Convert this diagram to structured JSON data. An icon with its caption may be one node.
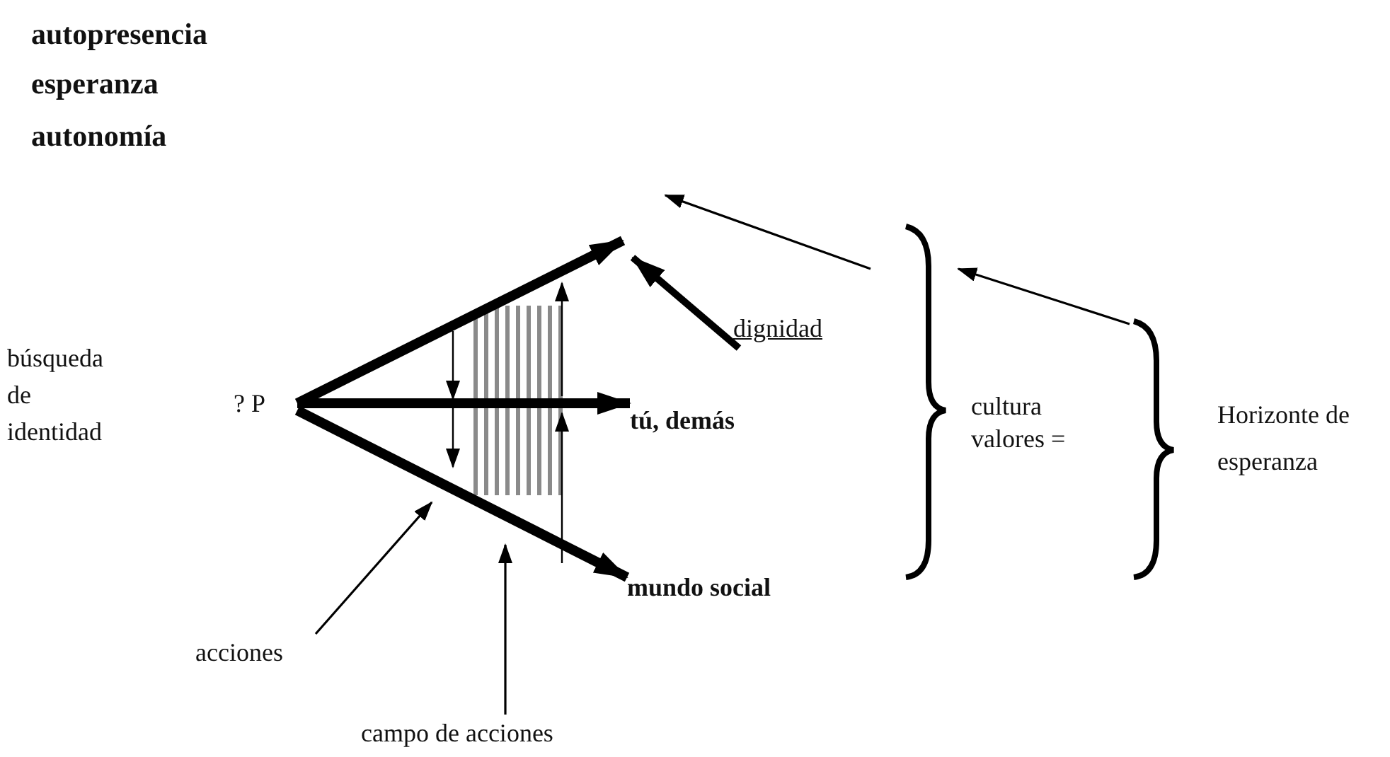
{
  "diagram": {
    "nodes": [
      {
        "text": [
          "? P"
        ]
      },
      {
        "text": [
          "tú, demás"
        ]
      },
      {
        "text": [
          "mundo social"
        ]
      },
      {
        "text": [
          "dignidad"
        ]
      },
      {
        "text": [
          "cultura valores ="
        ]
      },
      {
        "text": [
          "Horizonte de esperanza"
        ]
      },
      {
        "text": [
          "acciones"
        ]
      },
      {
        "text": [
          "campo de acciones"
        ]
      }
    ],
    "edges": [
      {
        "from": 0,
        "to": null,
        "arrow": "to",
        "style": "thick"
      },
      {
        "from": 0,
        "to": 1,
        "arrow": "to",
        "style": "thick"
      },
      {
        "from": 0,
        "to": 2,
        "arrow": "to",
        "style": "thick"
      },
      {
        "from": 3,
        "to": null,
        "arrow": "to",
        "style": "thick"
      },
      {
        "from": 4,
        "to": null,
        "arrow": "to"
      },
      {
        "from": 5,
        "to": 4,
        "arrow": "to"
      },
      {
        "from": 6,
        "to": null,
        "arrow": "to"
      },
      {
        "from": 7,
        "to": null,
        "arrow": "to"
      }
    ],
    "labels": [
      "autopresencia",
      "esperanza",
      "autonomía",
      "búsqueda de identidad"
    ]
  }
}
